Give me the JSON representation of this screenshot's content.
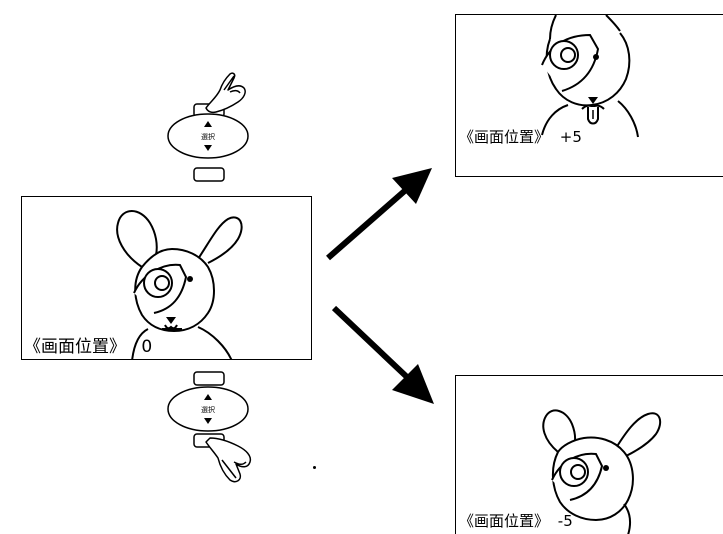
{
  "panels": {
    "center": {
      "title": "《画面位置》",
      "value": "0"
    },
    "top": {
      "title": "《画面位置》",
      "value": "+5"
    },
    "bottom": {
      "title": "《画面位置》",
      "value": "-5"
    }
  },
  "remote_top": {
    "label": "選択"
  },
  "remote_bottom": {
    "label": "選択"
  }
}
